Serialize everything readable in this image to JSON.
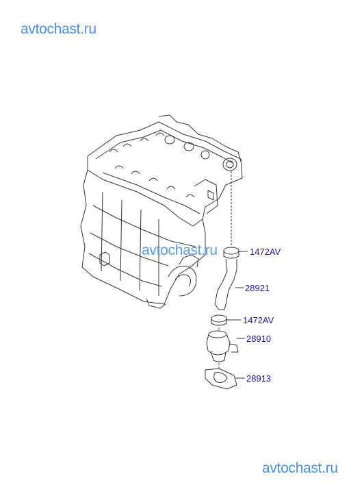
{
  "watermarks": {
    "top_left": "avtochast.ru",
    "middle": "avtochast.ru",
    "bottom_right": "avtochast.ru"
  },
  "callouts": [
    {
      "part_no": "1472AV"
    },
    {
      "part_no": "28921"
    },
    {
      "part_no": "1472AV"
    },
    {
      "part_no": "28910"
    },
    {
      "part_no": "28913"
    }
  ],
  "colors": {
    "line_art": "#333333",
    "callout_text": "#1a1a8c",
    "watermark": "#4a90e0"
  }
}
